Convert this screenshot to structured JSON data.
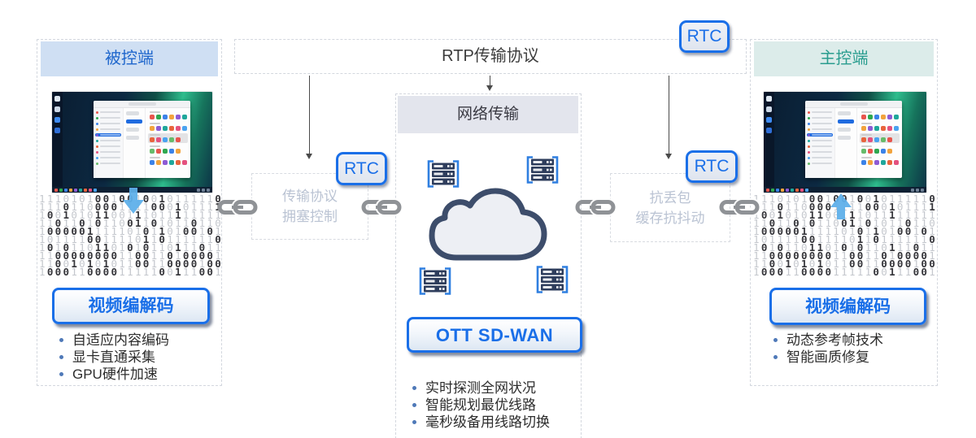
{
  "rtc_label": "RTC",
  "left_panel": {
    "title": "被控端",
    "codec_button": "视频编解码",
    "bullets": [
      "自适应内容编码",
      "显卡直通采集",
      "GPU硬件加速"
    ]
  },
  "right_panel": {
    "title": "主控端",
    "codec_button": "视频编解码",
    "bullets": [
      "动态参考帧技术",
      "智能画质修复"
    ]
  },
  "rtp_box": {
    "title": "RTP传输协议"
  },
  "network_panel": {
    "header": "网络传输",
    "button": "OTT SD-WAN",
    "bullets": [
      "实时探测全网状况",
      "智能规划最优线路",
      "毫秒级备用线路切换"
    ]
  },
  "congestion_box": {
    "line1": "传输协议",
    "line2": "拥塞控制",
    "badge": "RTC"
  },
  "jitter_box": {
    "line1": "抗丢包",
    "line2": "缓存抗抖动",
    "badge": "RTC"
  },
  "binary_rows": [
    {
      "digits": "111010100100100101111100",
      "mask": "lllllllddlddldldlllllldd"
    },
    {
      "digits": "111011000011110001011110",
      "mask": "llldllldddllllddldlllldl"
    },
    {
      "digits": "100101011001110111111111",
      "mask": "ldldlllddllldlllldllllll"
    },
    {
      "digits": "110110101100110101101101",
      "mask": "lldlldldlllddldlllldllld"
    },
    {
      "digits": "100000111110101101001010",
      "mask": "lddddddlllllldldllddldld"
    },
    {
      "digits": "101111001111011011111100",
      "mask": "llllllddllllldldlllllldd"
    },
    {
      "digits": "101011011010101101110111",
      "mask": "ldldlllddlldldllldlldlll"
    },
    {
      "digits": "110000000011001101000011",
      "mask": "llddddddddllddlldlddddll"
    },
    {
      "digits": "110010101011001100001000",
      "mask": "lldldldldlllddllddddlddd"
    },
    {
      "digits": "100011000011111001110011",
      "mask": "ldddllddddllllldldllddll"
    }
  ],
  "icons": {
    "chain": "chain-link-icon",
    "cloud": "cloud-icon",
    "server": "server-rack-icon",
    "thin_arrow": "down-arrow-icon",
    "encode_arrow": "blue-down-arrow-icon",
    "decode_arrow": "blue-up-arrow-icon"
  },
  "colors": {
    "accent_blue": "#1a6fe8",
    "left_header_bg": "#cfdff3",
    "left_header_text": "#1e66cc",
    "right_header_bg": "#dcecea",
    "right_header_text": "#2a9d8f",
    "net_header_bg": "#e3e5ed",
    "muted_link_text": "#bac3d3",
    "chain_gray": "#8f9296",
    "cloud_stroke": "#3d4d6b",
    "binary_dark": "#35353a",
    "binary_light": "#c4c7cd",
    "transfer_arrow_blue": "#5fb0ea"
  },
  "desktop": {
    "palette": [
      "#e8554d",
      "#2fa84f",
      "#3b82e8",
      "#f2a33c",
      "#8e5bd4",
      "#1fa79b",
      "#e8643c",
      "#e4517e",
      "#4aa3f0",
      "#67bb6a"
    ],
    "dock_colors": [
      "#dfe8f2",
      "#cdd9e8",
      "#3f8cf3",
      "#2f6fd8"
    ],
    "app_group_counts": [
      6,
      6,
      5,
      5,
      6
    ],
    "highlight_group": 2
  }
}
